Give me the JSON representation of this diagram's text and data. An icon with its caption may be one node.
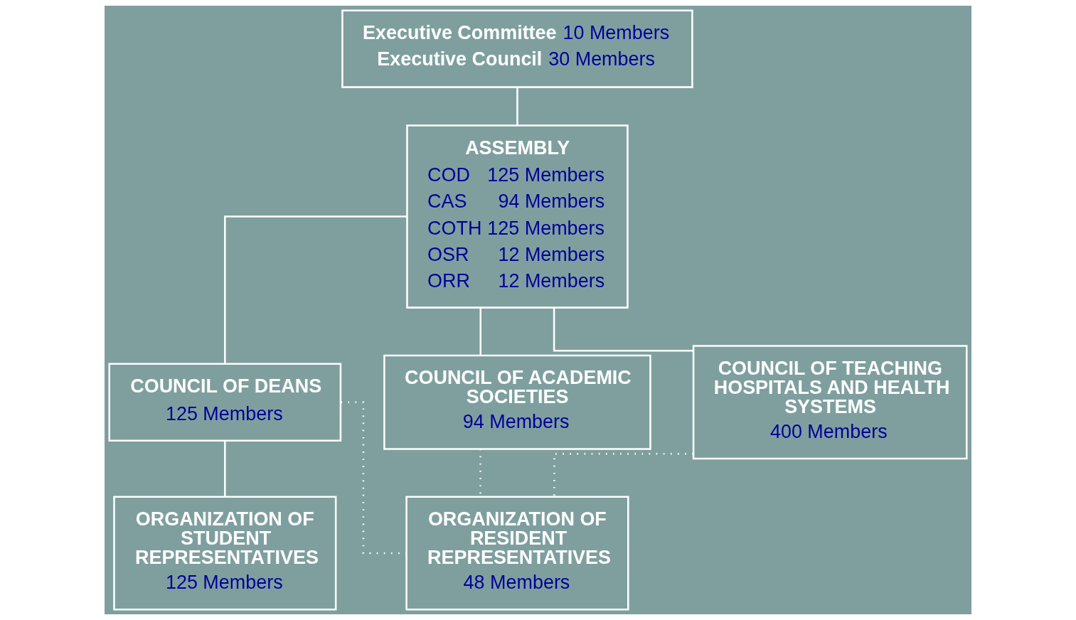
{
  "diagram": {
    "nodes": [
      {
        "text": [
          "Executive Committee",
          "10 Members",
          "Executive Council",
          "30 Members"
        ]
      },
      {
        "text": [
          "ASSEMBLY",
          "COD",
          "125 Members",
          "CAS",
          "94 Members",
          "COTH",
          "125 Members",
          "OSR",
          "12 Members",
          "ORR",
          "12 Members"
        ]
      },
      {
        "text": [
          "COUNCIL OF DEANS",
          "125 Members"
        ]
      },
      {
        "text": [
          "COUNCIL OF ACADEMIC SOCIETIES",
          "94 Members"
        ]
      },
      {
        "text": [
          "COUNCIL OF TEACHING HOSPITALS AND HEALTH SYSTEMS",
          "400 Members"
        ]
      },
      {
        "text": [
          "ORGANIZATION OF STUDENT REPRESENTATIVES",
          "125 Members"
        ]
      },
      {
        "text": [
          "ORGANIZATION OF RESIDENT REPRESENTATIVES",
          "48 Members"
        ]
      }
    ],
    "edges": [
      {
        "from": 0,
        "to": 1,
        "arrow": "none"
      },
      {
        "from": 1,
        "to": 2,
        "arrow": "none"
      },
      {
        "from": 1,
        "to": 3,
        "arrow": "none"
      },
      {
        "from": 1,
        "to": 4,
        "arrow": "none"
      },
      {
        "from": 2,
        "to": 5,
        "arrow": "none"
      },
      {
        "from": 2,
        "to": 6,
        "arrow": "none",
        "style": "dashed"
      },
      {
        "from": 3,
        "to": 6,
        "arrow": "none",
        "style": "dashed"
      },
      {
        "from": 4,
        "to": 6,
        "arrow": "none",
        "style": "dashed"
      }
    ]
  }
}
